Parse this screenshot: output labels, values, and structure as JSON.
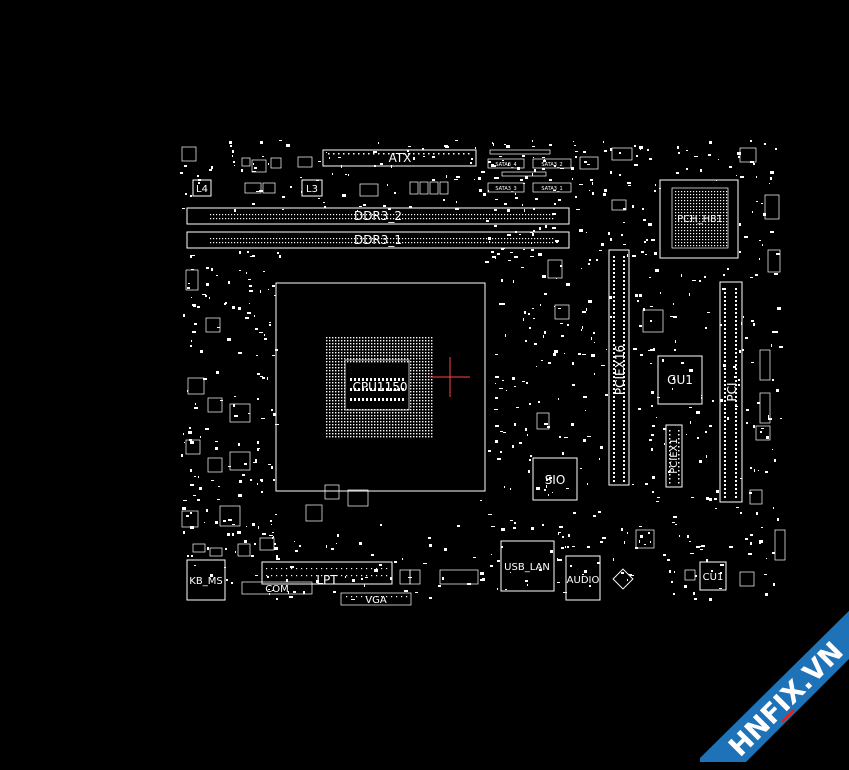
{
  "board": {
    "background": "#000000",
    "line_color": "#ffffff",
    "marker_color": "#ff4444",
    "labels": {
      "atx": "ATX",
      "ddr3_2": "DDR3_2",
      "ddr3_1": "DDR3_1",
      "cpu": "CPU1150",
      "pch": "PCH_H81",
      "pciex16": "PCIEX16",
      "pci": "PCI",
      "pciex1": "PCIEX1",
      "gu1": "GU1",
      "sio": "SIO",
      "lpt": "LPT",
      "com": "COM",
      "vga": "VGA",
      "usb_lan": "USB_LAN",
      "audio": "AUDIO",
      "kb_ms": "KB_MS",
      "cu1": "CU1",
      "l3": "L3",
      "l4": "L4",
      "sata1": "SATA3_1",
      "sata2": "SATA3_2",
      "sata3": "SATA3_3",
      "sata4": "SATA3_4"
    }
  },
  "watermark": {
    "text": "HNFIX.VN",
    "band_color": "#1e73b8",
    "text_color": "#ffffff",
    "accent_color": "#e2231a"
  }
}
